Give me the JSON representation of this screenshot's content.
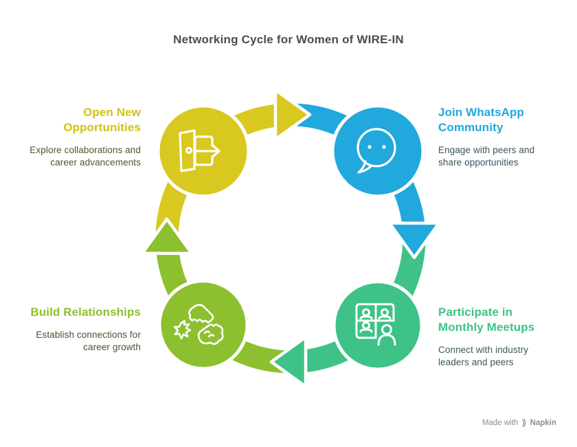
{
  "title": "Networking Cycle for Women of WIRE-IN",
  "title_color": "#4c4c4c",
  "background_color": "#ffffff",
  "watermark": {
    "prefix": "Made with",
    "brand": "Napkin",
    "logo_icon": "double-chevron-icon",
    "logo_glyph": "⟫",
    "color": "#8e8e8e"
  },
  "cycle": {
    "direction": "clockwise",
    "outline_color": "#ffffff"
  },
  "nodes": [
    {
      "id": "open-new-opportunities",
      "position": "top-left",
      "title": "Open New Opportunities",
      "description": "Explore collaborations and career advancements",
      "color": "#d9c81f",
      "title_color": "#d2c213",
      "description_color": "#57522a",
      "icon": "door-exit-icon"
    },
    {
      "id": "join-whatsapp-community",
      "position": "top-right",
      "title": "Join WhatsApp Community",
      "description": "Engage with peers and share opportunities",
      "color": "#21a8dc",
      "title_color": "#21a8dc",
      "description_color": "#3c505b",
      "icon": "chat-bubble-icon"
    },
    {
      "id": "participate-in-monthly-meetups",
      "position": "bottom-right",
      "title": "Participate in Monthly Meetups",
      "description": "Connect with industry leaders and peers",
      "color": "#3ec287",
      "title_color": "#3ec287",
      "description_color": "#3b594d",
      "icon": "video-meeting-icon"
    },
    {
      "id": "build-relationships",
      "position": "bottom-left",
      "title": "Build Relationships",
      "description": "Establish connections for career growth",
      "color": "#8cc02f",
      "title_color": "#8cc02f",
      "description_color": "#4d5130",
      "icon": "hands-together-icon"
    }
  ]
}
